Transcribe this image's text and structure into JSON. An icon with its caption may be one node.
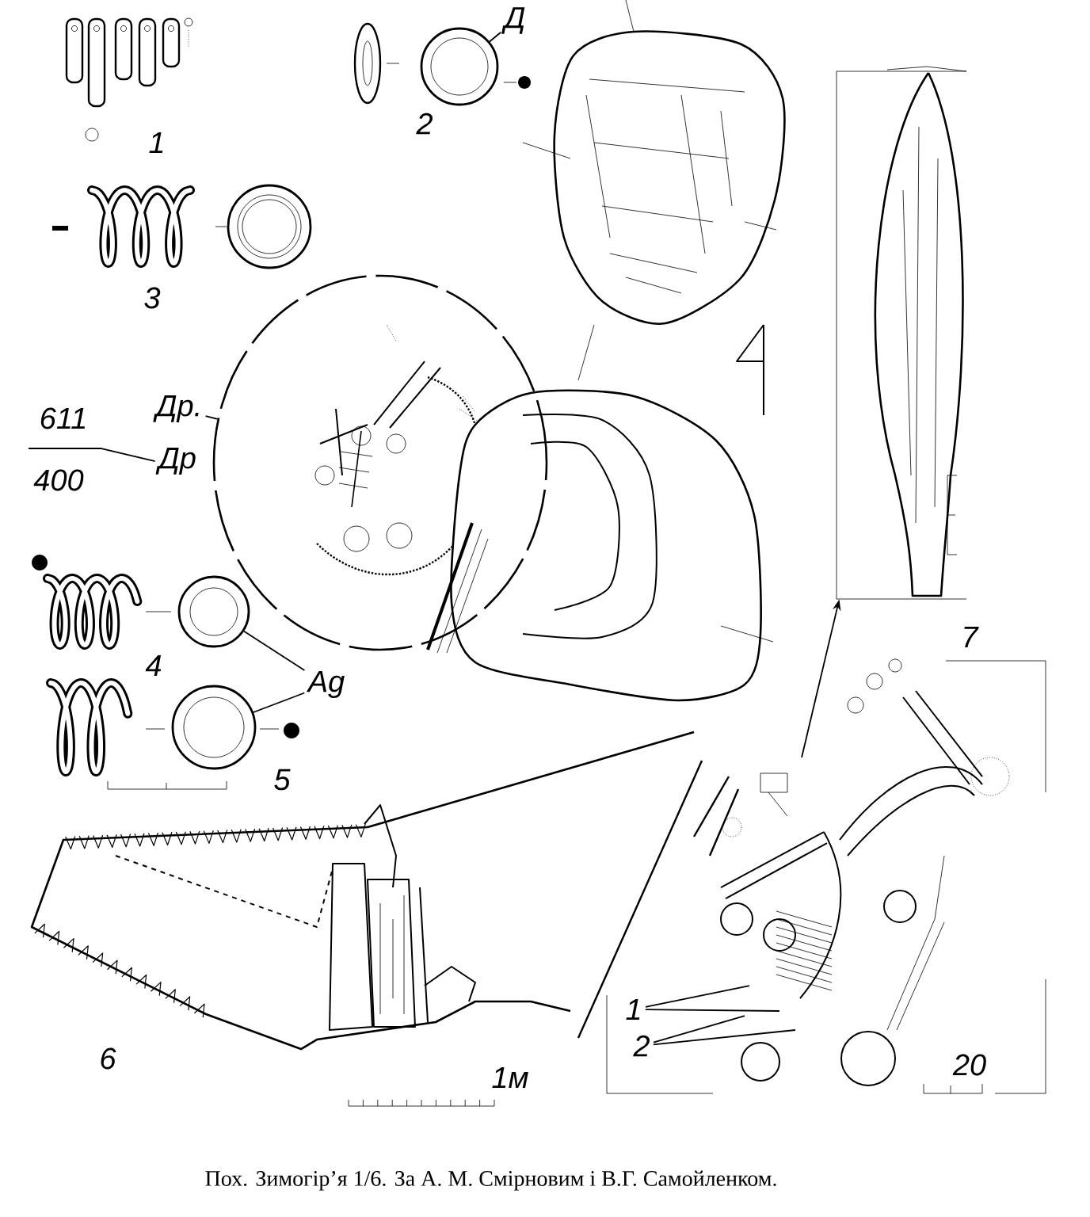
{
  "diagram": {
    "caption": "Пох. Зимогір’я 1/6. За А. М. Смірновим і В.Г. Самойленком.",
    "nodes": [
      {
        "text": [
          "Д"
        ]
      },
      {
        "text": [],
        "shape": "circle"
      },
      {
        "text": [
          "Др."
        ]
      },
      {
        "text": [],
        "shape": "picture"
      },
      {
        "text": [],
        "shape": "circle"
      },
      {
        "text": [
          "Ag"
        ]
      },
      {
        "text": [],
        "shape": "circle"
      },
      {
        "text": [],
        "shape": "picture"
      },
      {
        "text": [
          "1"
        ]
      },
      {
        "text": [
          "2"
        ]
      },
      {
        "text": [
          "Др"
        ]
      }
    ],
    "edges": [
      {
        "from": 0,
        "to": 1,
        "arrow": "none"
      },
      {
        "from": 2,
        "to": 3,
        "arrow": "none"
      },
      {
        "from": 5,
        "to": 4,
        "arrow": "none"
      },
      {
        "from": 5,
        "to": 6,
        "arrow": "none"
      },
      {
        "from": null,
        "to": 7,
        "arrow": "to"
      },
      {
        "from": 8,
        "to": null,
        "arrow": "none"
      },
      {
        "from": 8,
        "to": null,
        "arrow": "none"
      },
      {
        "from": 9,
        "to": null,
        "arrow": "none"
      },
      {
        "from": 9,
        "to": null,
        "arrow": "none"
      },
      {
        "from": null,
        "to": 10,
        "arrow": "none"
      }
    ],
    "labels": [
      "1",
      "2",
      "3",
      "611",
      "400",
      "4",
      "5",
      "7",
      "6",
      "1м",
      "20"
    ]
  }
}
